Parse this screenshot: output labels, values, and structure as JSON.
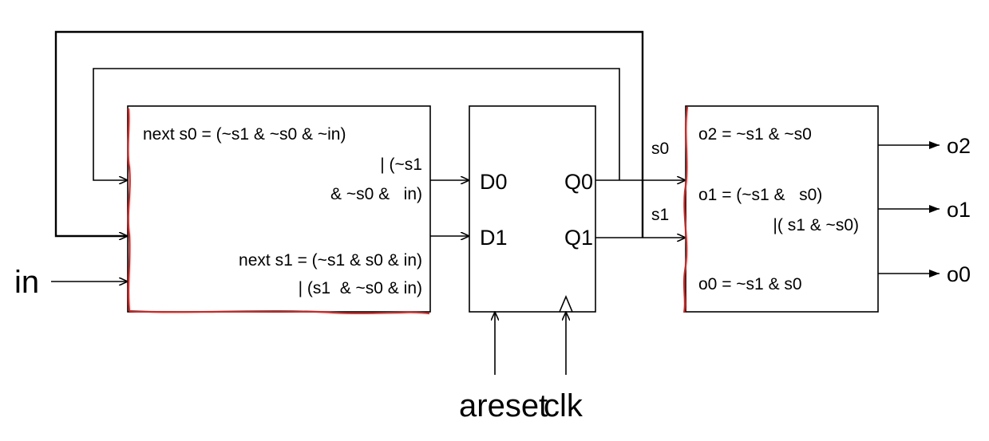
{
  "next_state_logic": {
    "eq_s0_line1": "next s0 = (~s1 & ~s0 & ~in)",
    "eq_s0_line2": "| (~s1",
    "eq_s0_line3": "& ~s0 &   in)",
    "eq_s1_line1": "next s1 = (~s1 & s0 & in)",
    "eq_s1_line2": "| (s1  & ~s0 & in)"
  },
  "flip_flop": {
    "d0": "D0",
    "d1": "D1",
    "q0": "Q0",
    "q1": "Q1"
  },
  "output_logic": {
    "o2_eq": "o2 = ~s1 & ~s0",
    "o1_eq_line1": "o1 = (~s1 &   s0)",
    "o1_eq_line2": "|( s1 & ~s0)",
    "o0_eq": "o0 = ~s1 & s0"
  },
  "signals": {
    "s0": "s0",
    "s1": "s1"
  },
  "ports": {
    "input": "in",
    "o2": "o2",
    "o1": "o1",
    "o0": "o0",
    "areset": "areset",
    "clk": "clk"
  },
  "colors": {
    "wire": "#000000",
    "highlight": "#e0201c"
  }
}
